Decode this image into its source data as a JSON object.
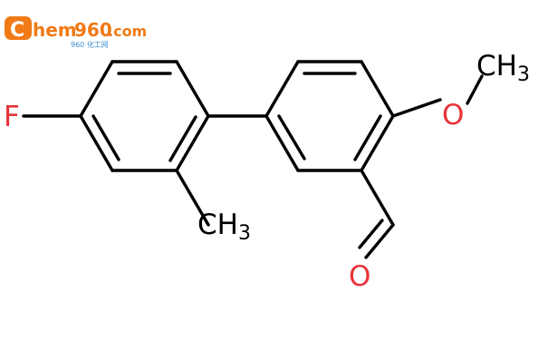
{
  "watermark": {
    "logo_c": "C",
    "logo_hem": "hem",
    "logo_num": "960",
    "logo_com": ".com",
    "tagline": "960 化工网",
    "brand_color": "#f07a16",
    "accent_color": "#3a8fd0"
  },
  "molecule": {
    "atoms": {
      "fluorine": "F",
      "methyl_ring": "CH",
      "methyl_ring_sub": "3",
      "methoxy": "CH",
      "methoxy_sub": "3",
      "ether_oxygen": "O",
      "aldehyde_oxygen": "O"
    },
    "colors": {
      "heteroatom": "#e8333a",
      "carbon_label": "#000000",
      "bond": "#000000"
    }
  }
}
